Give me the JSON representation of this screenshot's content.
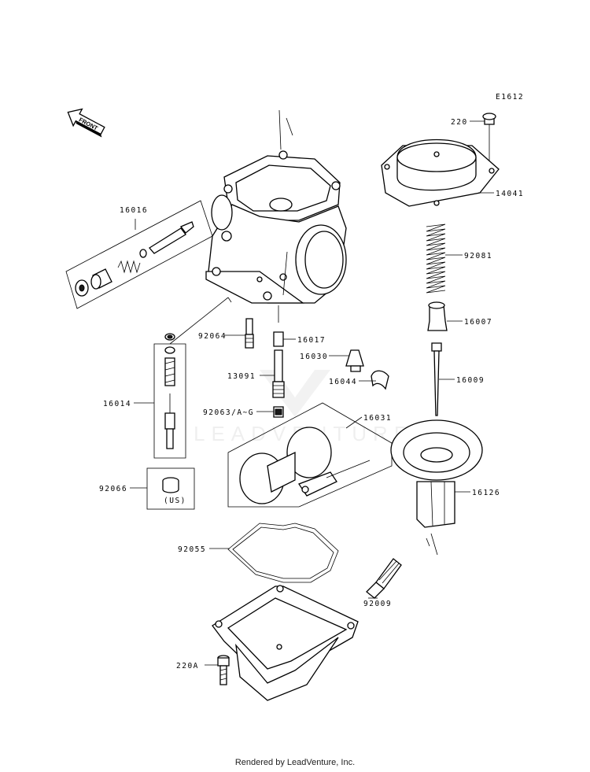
{
  "diagram": {
    "ref": "E1612",
    "front_label": "FRONT",
    "watermark": "LEADVENTURE",
    "labels": [
      {
        "id": "l-16016",
        "text": "16016"
      },
      {
        "id": "l-16014",
        "text": "16014"
      },
      {
        "id": "l-92066",
        "text": "92066"
      },
      {
        "id": "l-us",
        "text": "(US)"
      },
      {
        "id": "l-92064",
        "text": "92064"
      },
      {
        "id": "l-16017",
        "text": "16017"
      },
      {
        "id": "l-16030",
        "text": "16030"
      },
      {
        "id": "l-13091",
        "text": "13091"
      },
      {
        "id": "l-16044",
        "text": "16044"
      },
      {
        "id": "l-92063",
        "text": "92063/A~G"
      },
      {
        "id": "l-16031",
        "text": "16031"
      },
      {
        "id": "l-220",
        "text": "220"
      },
      {
        "id": "l-14041",
        "text": "14041"
      },
      {
        "id": "l-92081",
        "text": "92081"
      },
      {
        "id": "l-16007",
        "text": "16007"
      },
      {
        "id": "l-16009",
        "text": "16009"
      },
      {
        "id": "l-16126",
        "text": "16126"
      },
      {
        "id": "l-92055",
        "text": "92055"
      },
      {
        "id": "l-92009",
        "text": "92009"
      },
      {
        "id": "l-220a",
        "text": "220A"
      }
    ]
  },
  "footer": {
    "text": "Rendered by LeadVenture, Inc."
  }
}
